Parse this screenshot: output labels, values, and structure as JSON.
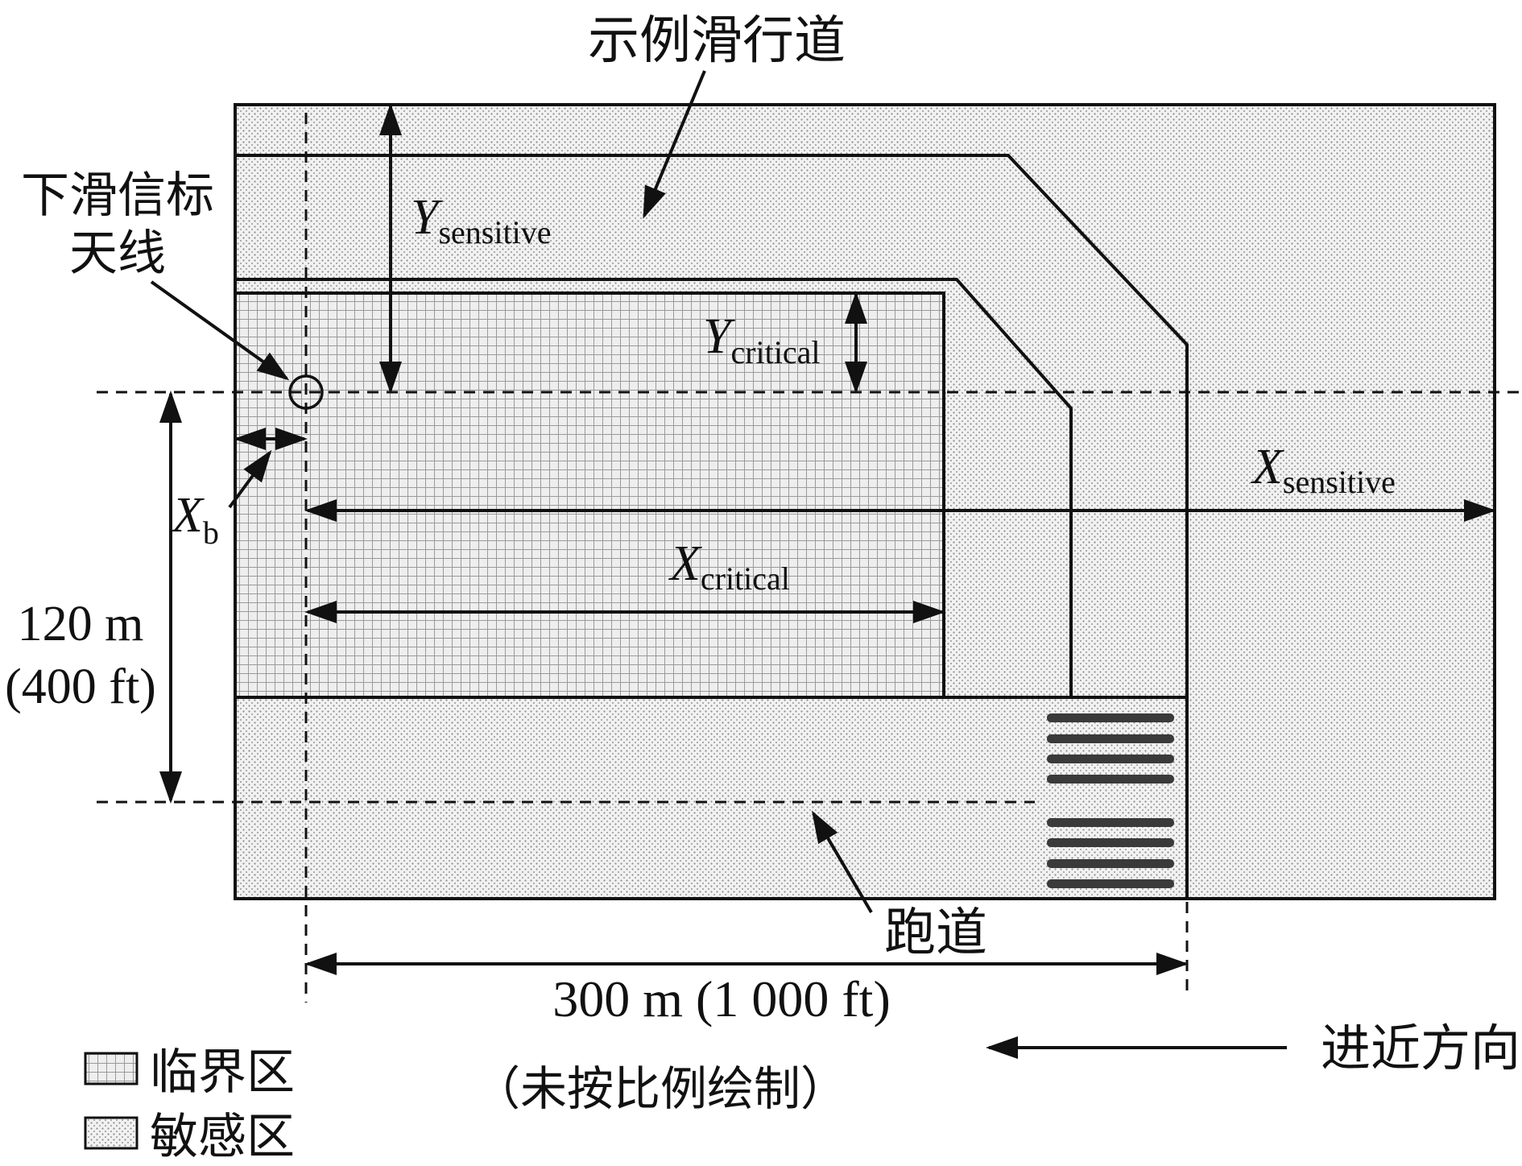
{
  "labels": {
    "taxiway_example": "示例滑行道",
    "glideslope_antenna_line1": "下滑信标",
    "glideslope_antenna_line2": "天线",
    "y_sensitive_main": "Y",
    "y_sensitive_sub": "sensitive",
    "y_critical_main": "Y",
    "y_critical_sub": "critical",
    "x_sensitive_main": "X",
    "x_sensitive_sub": "sensitive",
    "x_critical_main": "X",
    "x_critical_sub": "critical",
    "xb_main": "X",
    "xb_sub": "b",
    "dist_120_line1": "120 m",
    "dist_120_line2": "(400 ft)",
    "runway": "跑道",
    "dist_300": "300 m (1 000 ft)",
    "approach_direction": "进近方向",
    "not_to_scale": "（未按比例绘制）"
  },
  "legend": {
    "critical": "临界区",
    "sensitive": "敏感区"
  },
  "colors": {
    "critical_fill": "#dcdcdc",
    "sensitive_fill": "#d4d4d4",
    "line": "#111111",
    "threshold_bar": "#3a3a3a"
  }
}
